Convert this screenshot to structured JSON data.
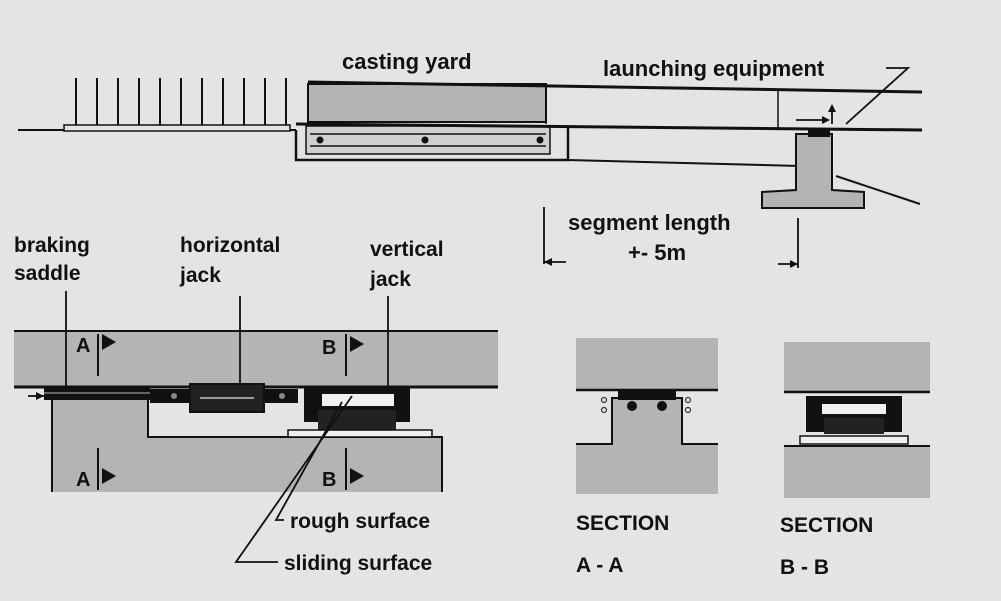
{
  "labels": {
    "casting_yard": "casting yard",
    "launching_equipment": "launching equipment",
    "segment_length": "segment length",
    "segment_value": "+- 5m",
    "braking_1": "braking",
    "braking_2": "saddle",
    "horizontal_1": "horizontal",
    "horizontal_2": "jack",
    "vertical_1": "vertical",
    "vertical_2": "jack",
    "rough_surface": "rough surface",
    "sliding_surface": "sliding surface"
  },
  "markers": {
    "a": "A",
    "b": "B"
  },
  "sections": {
    "word": "SECTION",
    "aa": "A - A",
    "bb": "B - B"
  },
  "colors": {
    "background": "#e4e4e4",
    "concrete": "#b4b4b4",
    "ink": "#111111",
    "light": "#f0f0f0"
  }
}
